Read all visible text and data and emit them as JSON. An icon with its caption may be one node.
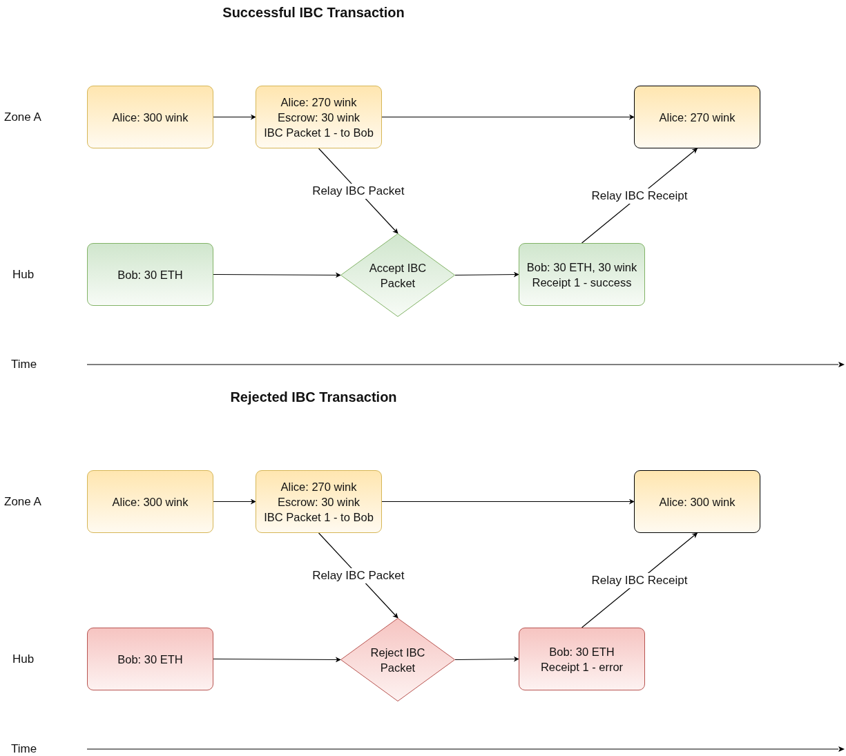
{
  "diagram": {
    "nodes": [
      {
        "text": [
          "Alice: 300 wink"
        ]
      },
      {
        "text": [
          "Alice: 270 wink",
          "Escrow: 30 wink",
          "IBC Packet 1 - to Bob"
        ]
      },
      {
        "text": [
          "Alice: 270 wink"
        ]
      },
      {
        "text": [
          "Bob: 30 ETH"
        ]
      },
      {
        "text": [
          "Accept IBC Packet"
        ]
      },
      {
        "text": [
          "Bob: 30 ETH, 30 wink",
          "Receipt 1 - success"
        ]
      },
      {
        "text": [
          "Alice: 300 wink"
        ]
      },
      {
        "text": [
          "Alice: 270 wink",
          "Escrow: 30 wink",
          "IBC Packet 1 - to Bob"
        ]
      },
      {
        "text": [
          "Alice: 300 wink"
        ]
      },
      {
        "text": [
          "Bob: 30 ETH"
        ]
      },
      {
        "text": [
          "Reject IBC Packet"
        ]
      },
      {
        "text": [
          "Bob: 30 ETH",
          "Receipt 1 - error"
        ]
      }
    ],
    "edges": [
      {
        "from": 0,
        "to": 1,
        "arrow": "to"
      },
      {
        "from": 1,
        "to": 2,
        "arrow": "to"
      },
      {
        "from": 1,
        "to": 4,
        "arrow": "to",
        "label": "Relay IBC Packet"
      },
      {
        "from": 3,
        "to": 4,
        "arrow": "to"
      },
      {
        "from": 4,
        "to": 5,
        "arrow": "to"
      },
      {
        "from": 5,
        "to": 2,
        "arrow": "to",
        "label": "Relay IBC Receipt"
      },
      {
        "from": 6,
        "to": 7,
        "arrow": "to"
      },
      {
        "from": 7,
        "to": 8,
        "arrow": "to"
      },
      {
        "from": 7,
        "to": 10,
        "arrow": "to",
        "label": "Relay IBC Packet"
      },
      {
        "from": 9,
        "to": 10,
        "arrow": "to"
      },
      {
        "from": 10,
        "to": 11,
        "arrow": "to"
      },
      {
        "from": 11,
        "to": 8,
        "arrow": "to",
        "label": "Relay IBC Receipt"
      }
    ],
    "labels": [
      "Successful IBC Transaction",
      "Zone A",
      "Hub",
      "Time",
      "Rejected IBC Transaction",
      "Zone A",
      "Hub",
      "Time"
    ]
  }
}
